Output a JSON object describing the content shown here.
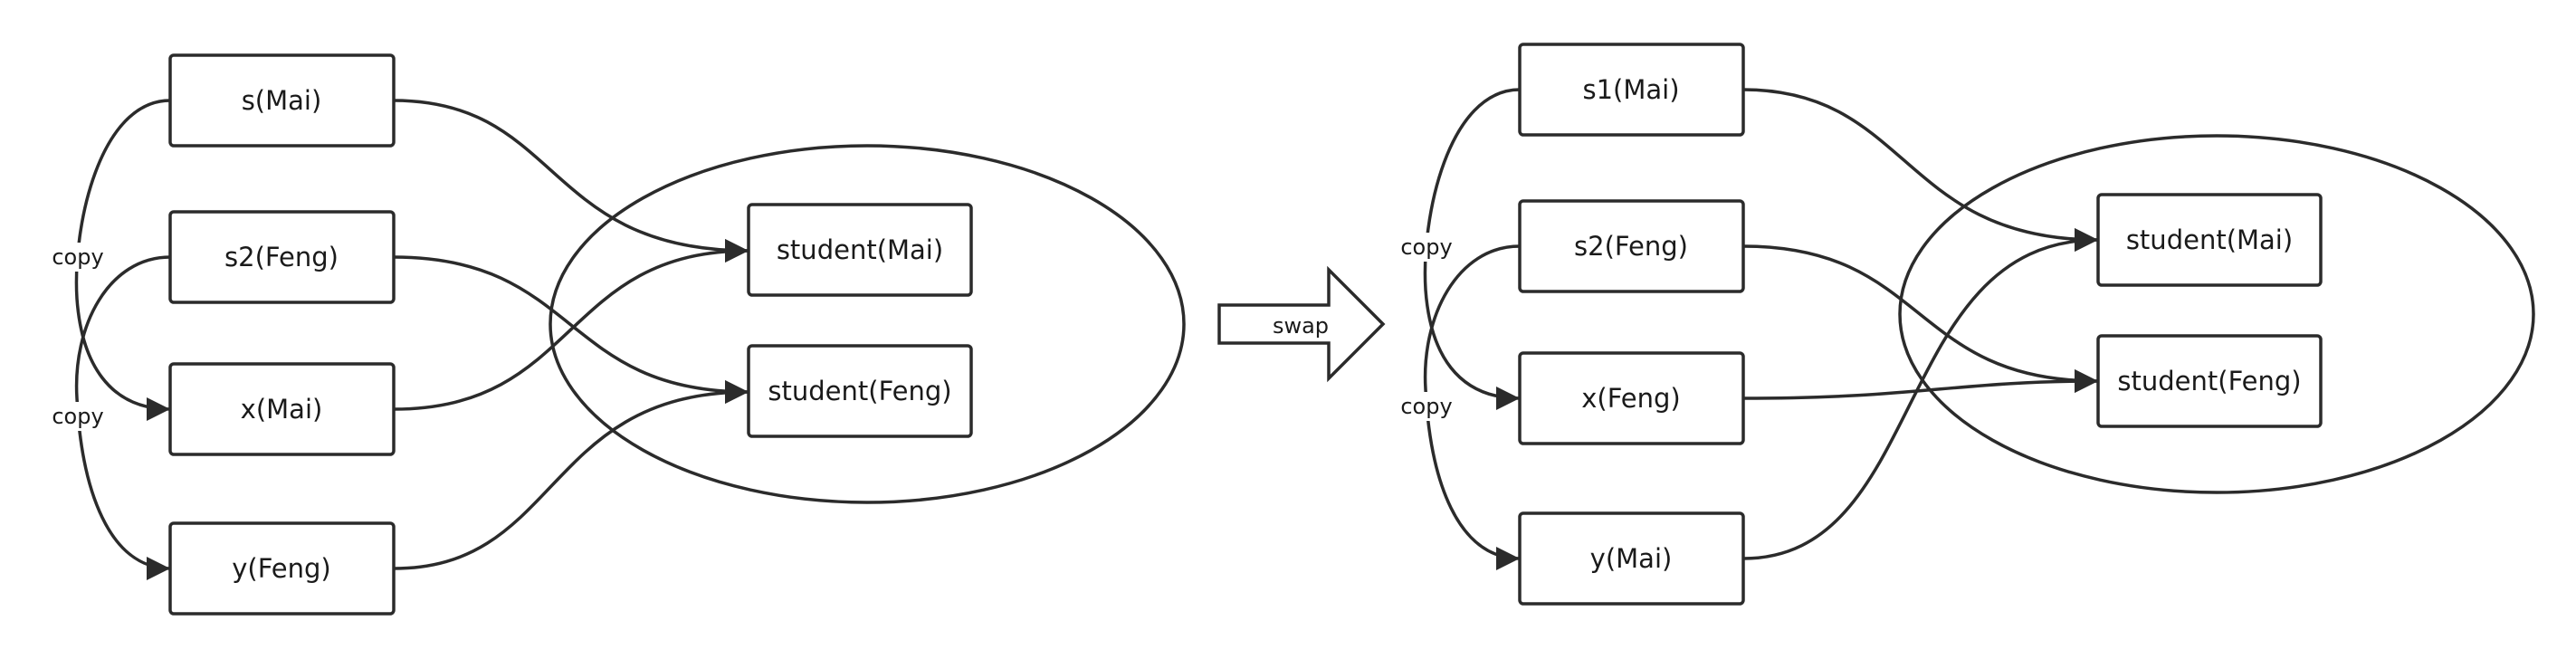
{
  "left": {
    "nodes": {
      "s": "s(Mai)",
      "s2": "s2(Feng)",
      "x": "x(Mai)",
      "y": "y(Feng)",
      "student_a": "student(Mai)",
      "student_b": "student(Feng)"
    },
    "copy_labels": [
      "copy",
      "copy"
    ]
  },
  "swap_label": "swap",
  "right": {
    "nodes": {
      "s1": "s1(Mai)",
      "s2": "s2(Feng)",
      "x": "x(Feng)",
      "y": "y(Mai)",
      "student_a": "student(Mai)",
      "student_b": "student(Feng)"
    },
    "copy_labels": [
      "copy",
      "copy"
    ]
  }
}
